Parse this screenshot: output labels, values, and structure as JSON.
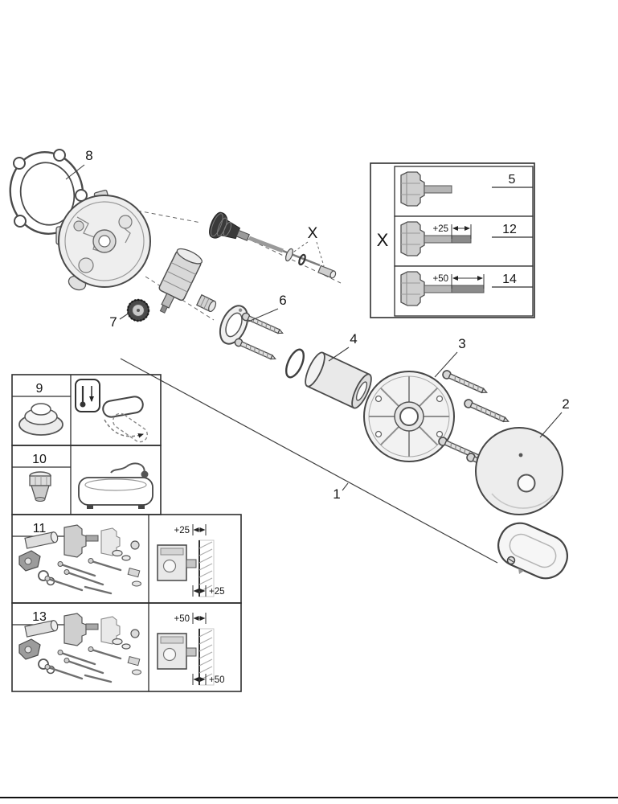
{
  "diagram": {
    "type": "exploded-parts-diagram",
    "callouts": {
      "part1": "1",
      "part2": "2",
      "part3": "3",
      "part4": "4",
      "part6": "6",
      "part7": "7",
      "part8": "8",
      "axis_variant": "X"
    },
    "variant_legend": {
      "label": "X",
      "rows": [
        {
          "num": "5",
          "dim": null
        },
        {
          "num": "12",
          "dim": "+25"
        },
        {
          "num": "14",
          "dim": "+50"
        }
      ]
    },
    "parts_table": {
      "rows": [
        {
          "num": "9"
        },
        {
          "num": "10"
        },
        {
          "num": "11",
          "dim_top": "+25",
          "dim_bottom": "+25"
        },
        {
          "num": "13",
          "dim_top": "+50",
          "dim_bottom": "+50"
        }
      ]
    }
  }
}
